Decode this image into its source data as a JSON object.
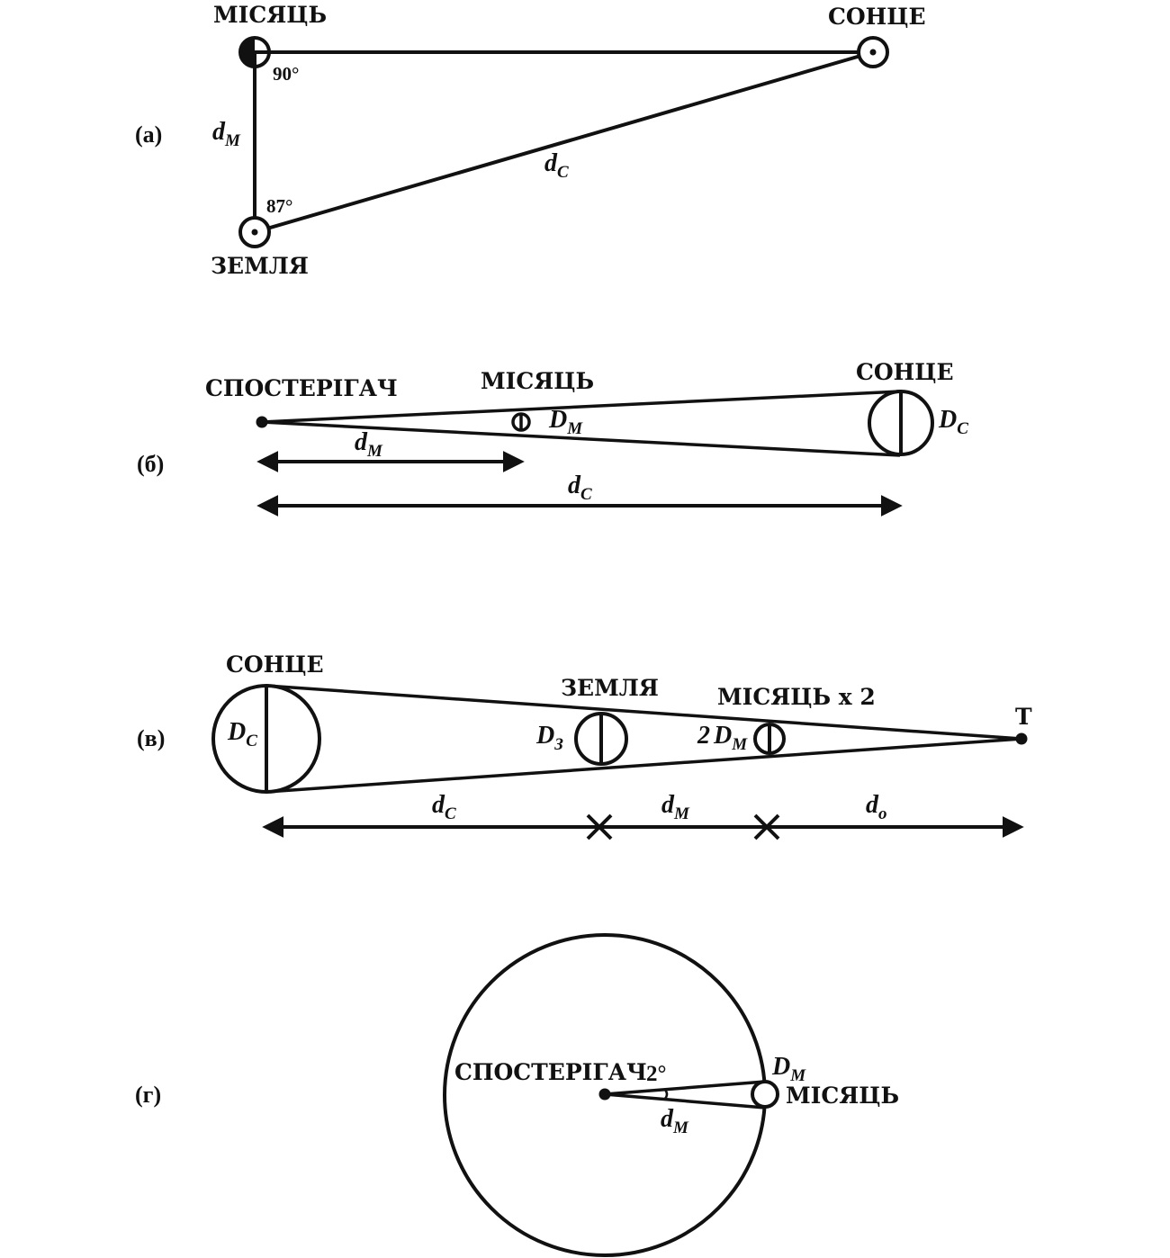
{
  "labels": {
    "moon": "МІСЯЦЬ",
    "sun": "СОНЦЕ",
    "earth": "ЗЕМЛЯ",
    "observer": "СПОСТЕРІГАЧ",
    "moon_x2": "МІСЯЦЬ x 2",
    "point_t": "T"
  },
  "panels": {
    "a": {
      "tag": "(а)",
      "angle_moon": "90°",
      "angle_earth": "87°"
    },
    "b": {
      "tag": "(б)"
    },
    "v": {
      "tag": "(в)",
      "two": "2"
    },
    "g": {
      "tag": "(г)",
      "angle": "2°"
    }
  },
  "symbols": {
    "d": "d",
    "D": "D",
    "sub_m": "M",
    "sub_c": "C",
    "sub_z": "З",
    "sub_o": "o"
  }
}
